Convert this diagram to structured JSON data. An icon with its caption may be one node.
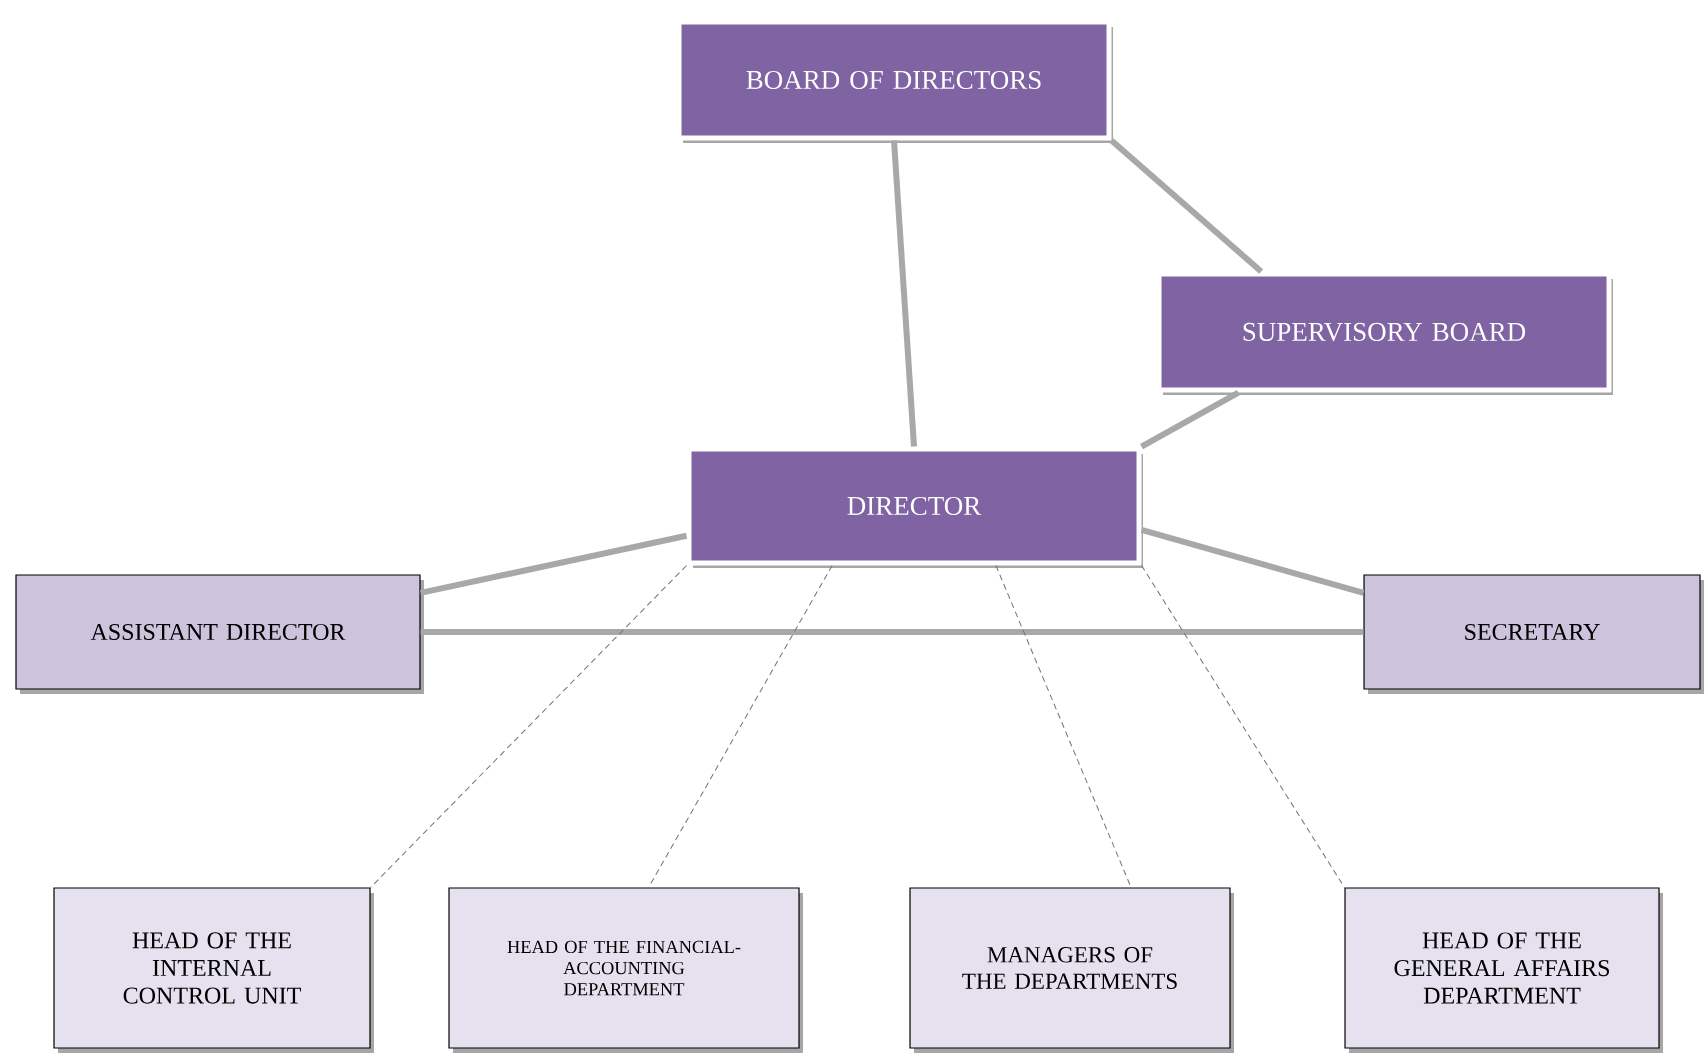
{
  "diagram": {
    "nodes": [
      {
        "text": [
          "BOARD OF DIRECTORS"
        ]
      },
      {
        "text": [
          "SUPERVISORY BOARD"
        ]
      },
      {
        "text": [
          "DIRECTOR"
        ]
      },
      {
        "text": [
          "ASSISTANT DIRECTOR"
        ]
      },
      {
        "text": [
          "SECRETARY"
        ]
      },
      {
        "text": [
          "HEAD OF THE INTERNAL CONTROL UNIT"
        ]
      },
      {
        "text": [
          "HEAD OF THE FINANCIAL-ACCOUNTING DEPARTMENT"
        ]
      },
      {
        "text": [
          "MANAGERS OF THE DEPARTMENTS"
        ]
      },
      {
        "text": [
          "HEAD OF THE GENERAL AFFAIRS DEPARTMENT"
        ]
      }
    ],
    "edges": [
      {
        "from": 0,
        "to": 2,
        "arrow": "none"
      },
      {
        "from": 0,
        "to": 1,
        "arrow": "none"
      },
      {
        "from": 1,
        "to": 2,
        "arrow": "none"
      },
      {
        "from": 2,
        "to": 3,
        "arrow": "none"
      },
      {
        "from": 2,
        "to": 4,
        "arrow": "none"
      },
      {
        "from": 3,
        "to": 4,
        "arrow": "none"
      },
      {
        "from": 2,
        "to": 5,
        "arrow": "none",
        "style": "dashed"
      },
      {
        "from": 2,
        "to": 6,
        "arrow": "none",
        "style": "dashed"
      },
      {
        "from": 2,
        "to": 7,
        "arrow": "none",
        "style": "dashed"
      },
      {
        "from": 2,
        "to": 8,
        "arrow": "none",
        "style": "dashed"
      }
    ]
  }
}
